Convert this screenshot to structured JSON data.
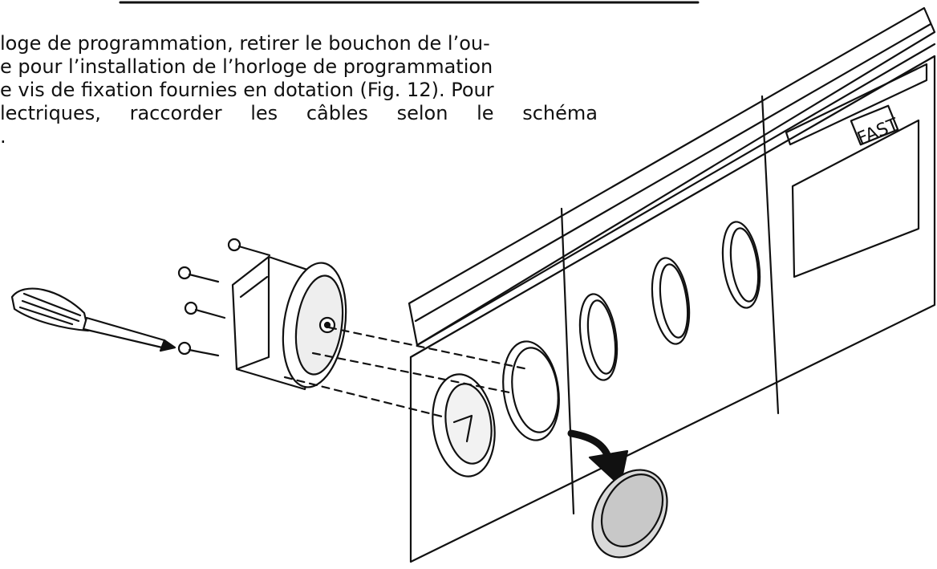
{
  "instruction": {
    "lines": [
      "loge de programmation, retirer le bouchon de l’ou-",
      "e pour l’installation de l’horloge de programmation",
      "e vis de fixation fournies en dotation (Fig. 12). Pour",
      "lectriques, raccorder les câbles selon le schéma",
      "."
    ]
  },
  "illustration": {
    "brand_label": "FAST",
    "icons": [
      "screwdriver-icon",
      "screw-icon",
      "timer-clock-icon",
      "control-panel-icon",
      "arrow-down-icon",
      "plug-cap-icon"
    ]
  }
}
